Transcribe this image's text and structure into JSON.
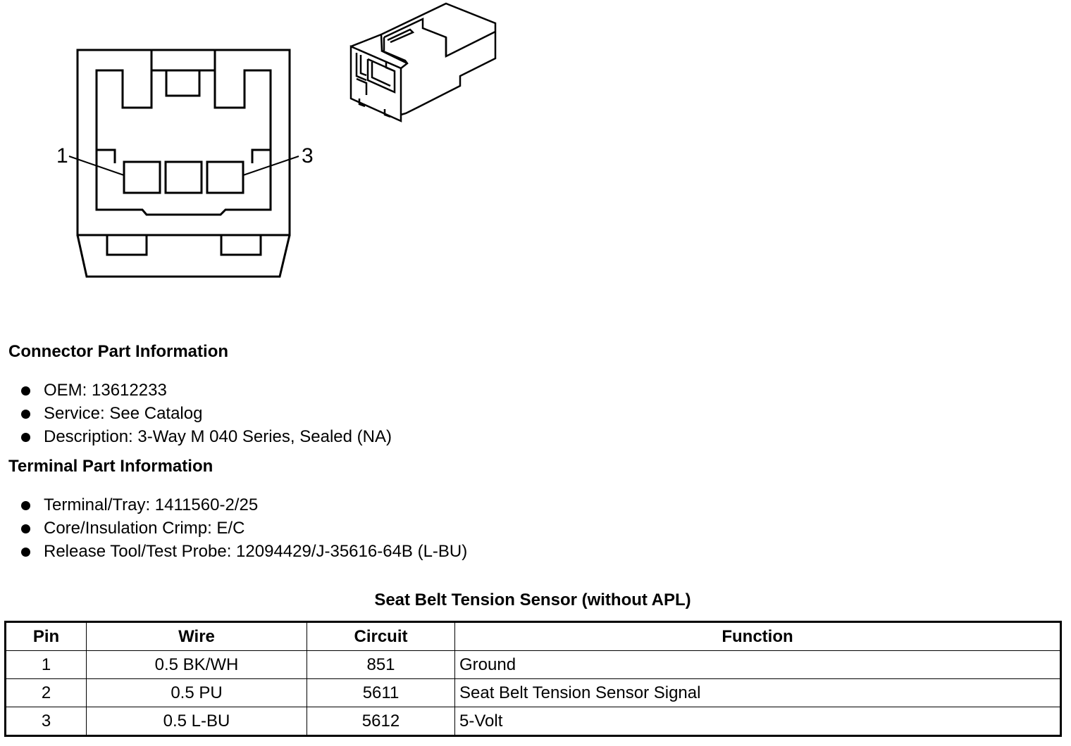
{
  "diagram": {
    "pin_labels": [
      "1",
      "3"
    ]
  },
  "connector_section": {
    "title": "Connector Part Information",
    "items": [
      "OEM: 13612233",
      "Service: See Catalog",
      "Description: 3-Way M 040 Series, Sealed (NA)"
    ]
  },
  "terminal_section": {
    "title": "Terminal Part Information",
    "items": [
      "Terminal/Tray: 1411560-2/25",
      "Core/Insulation Crimp: E/C",
      "Release Tool/Test Probe: 12094429/J-35616-64B (L-BU)"
    ]
  },
  "table": {
    "title": "Seat Belt Tension Sensor (without APL)",
    "headers": [
      "Pin",
      "Wire",
      "Circuit",
      "Function"
    ],
    "rows": [
      [
        "1",
        "0.5 BK/WH",
        "851",
        "Ground"
      ],
      [
        "2",
        "0.5 PU",
        "5611",
        "Seat Belt Tension Sensor Signal"
      ],
      [
        "3",
        "0.5 L-BU",
        "5612",
        "5-Volt"
      ]
    ]
  }
}
